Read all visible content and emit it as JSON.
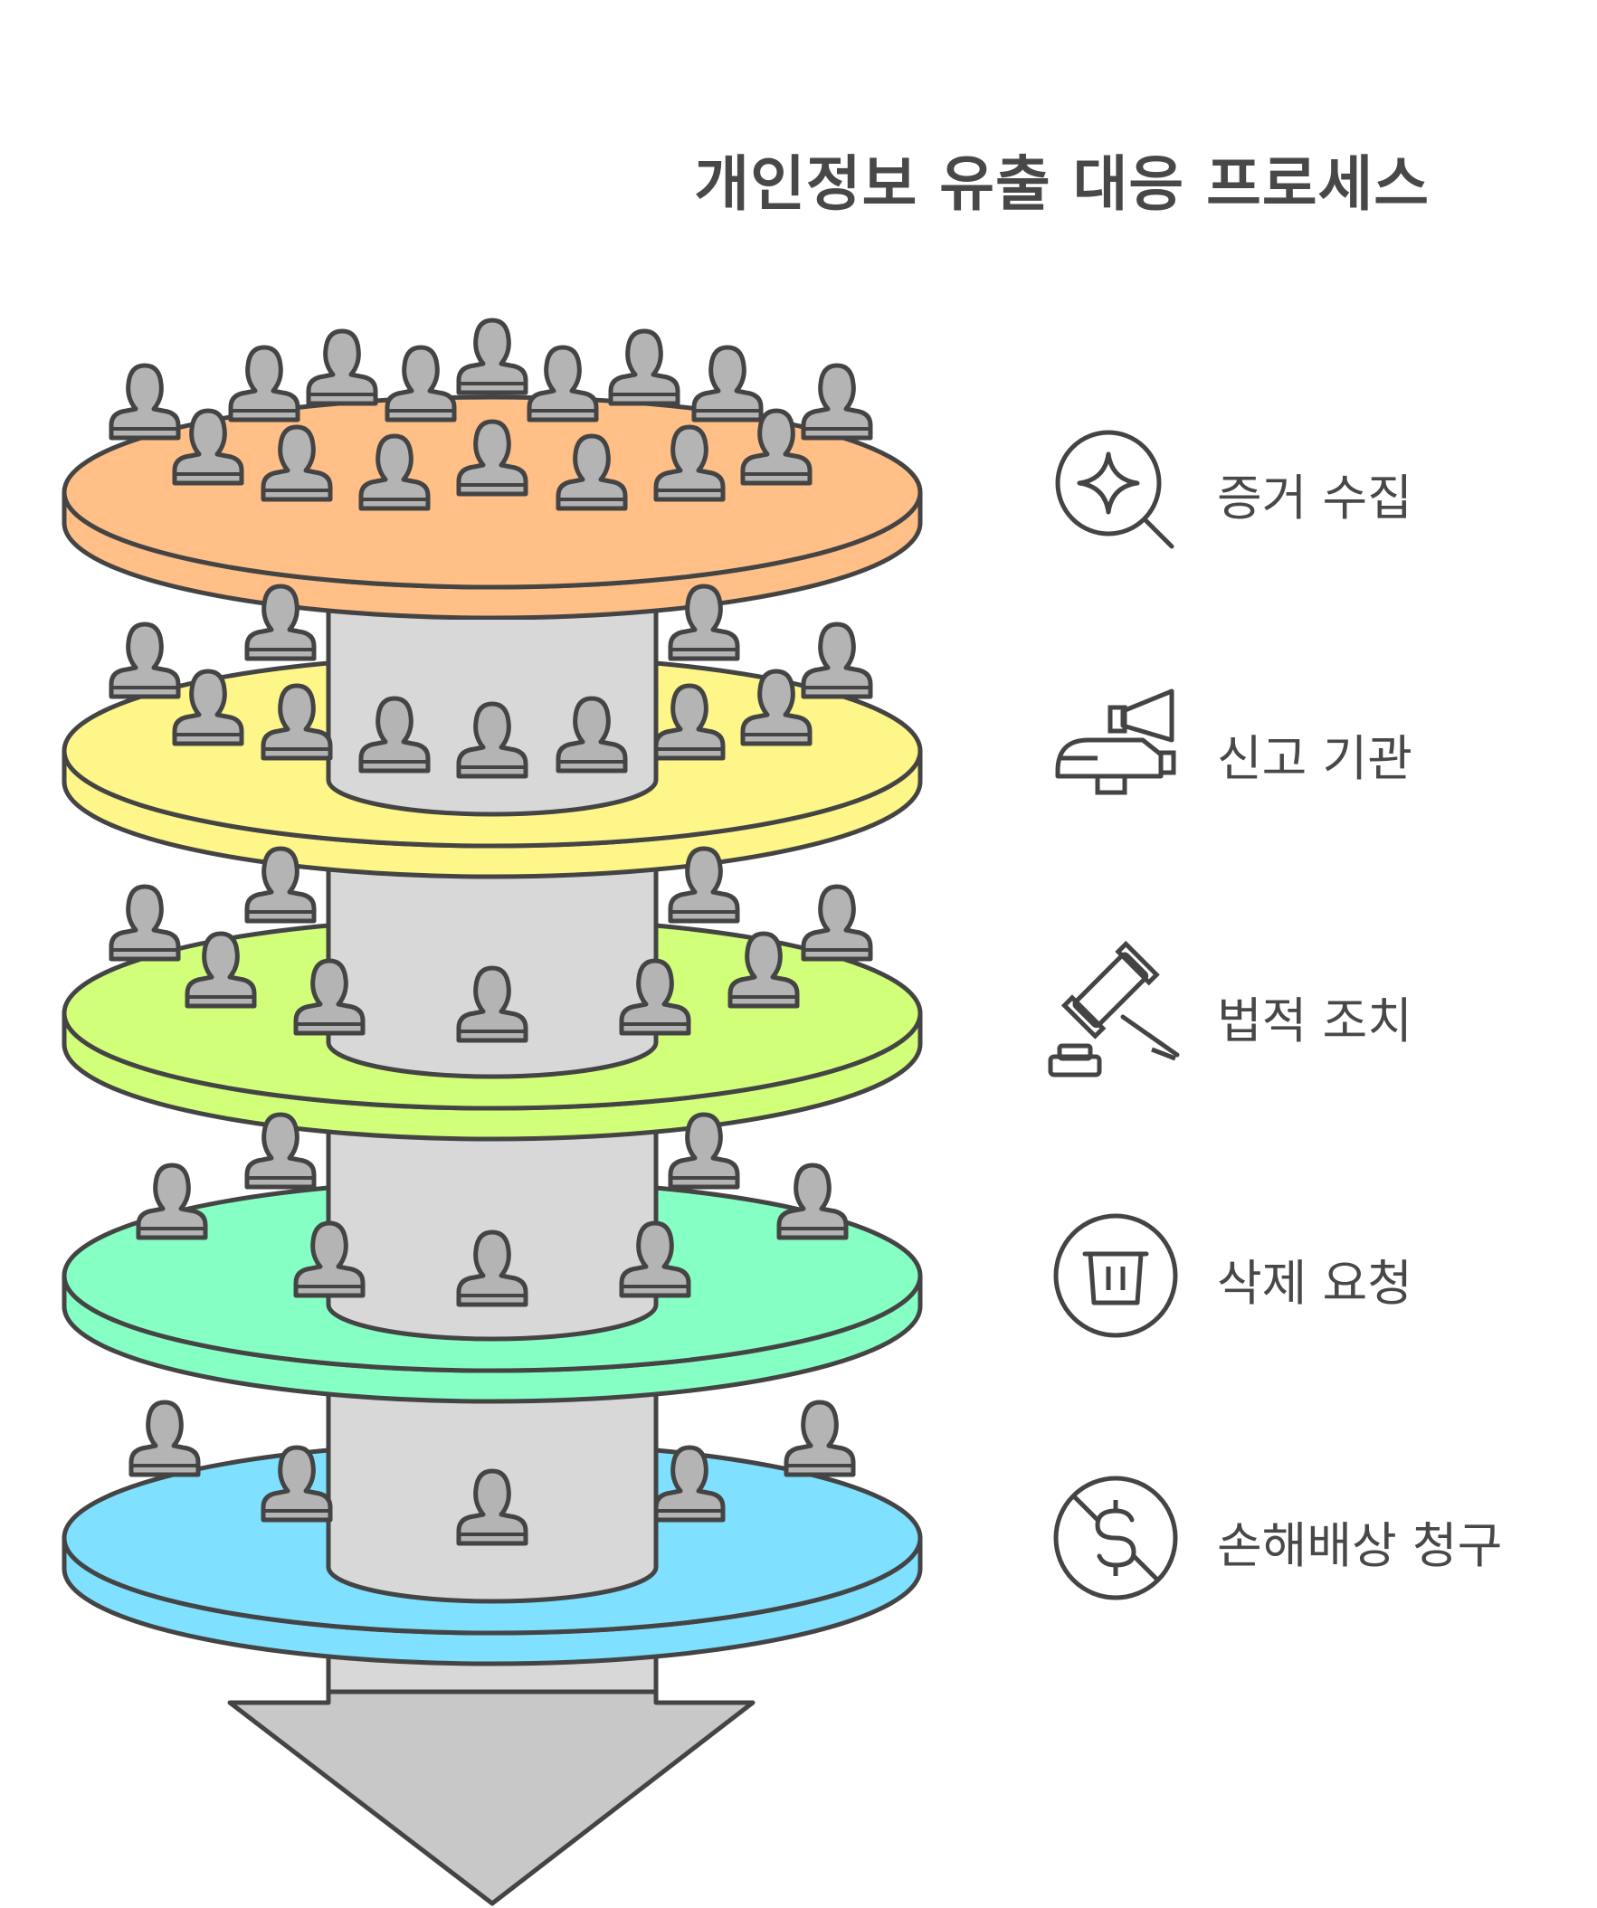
{
  "title": "개인정보 유출 대응 프로세스",
  "stages": [
    {
      "label": "증거 수집",
      "icon": "magnifier-sparkle-icon",
      "color": "#ffbf87"
    },
    {
      "label": "신고 기관",
      "icon": "megaphone-icon",
      "color": "#fff68a"
    },
    {
      "label": "법적 조치",
      "icon": "gavel-icon",
      "color": "#d2ff7a"
    },
    {
      "label": "삭제 요청",
      "icon": "trash-can-icon",
      "color": "#86ffc4"
    },
    {
      "label": "손해배상 청구",
      "icon": "crossed-dollar-icon",
      "color": "#7fe0ff"
    }
  ],
  "colors": {
    "stroke": "#444444",
    "column": "#d8d8d8",
    "arrow": "#c8c8c8",
    "person": "#b4b4b4",
    "text": "#484848"
  }
}
